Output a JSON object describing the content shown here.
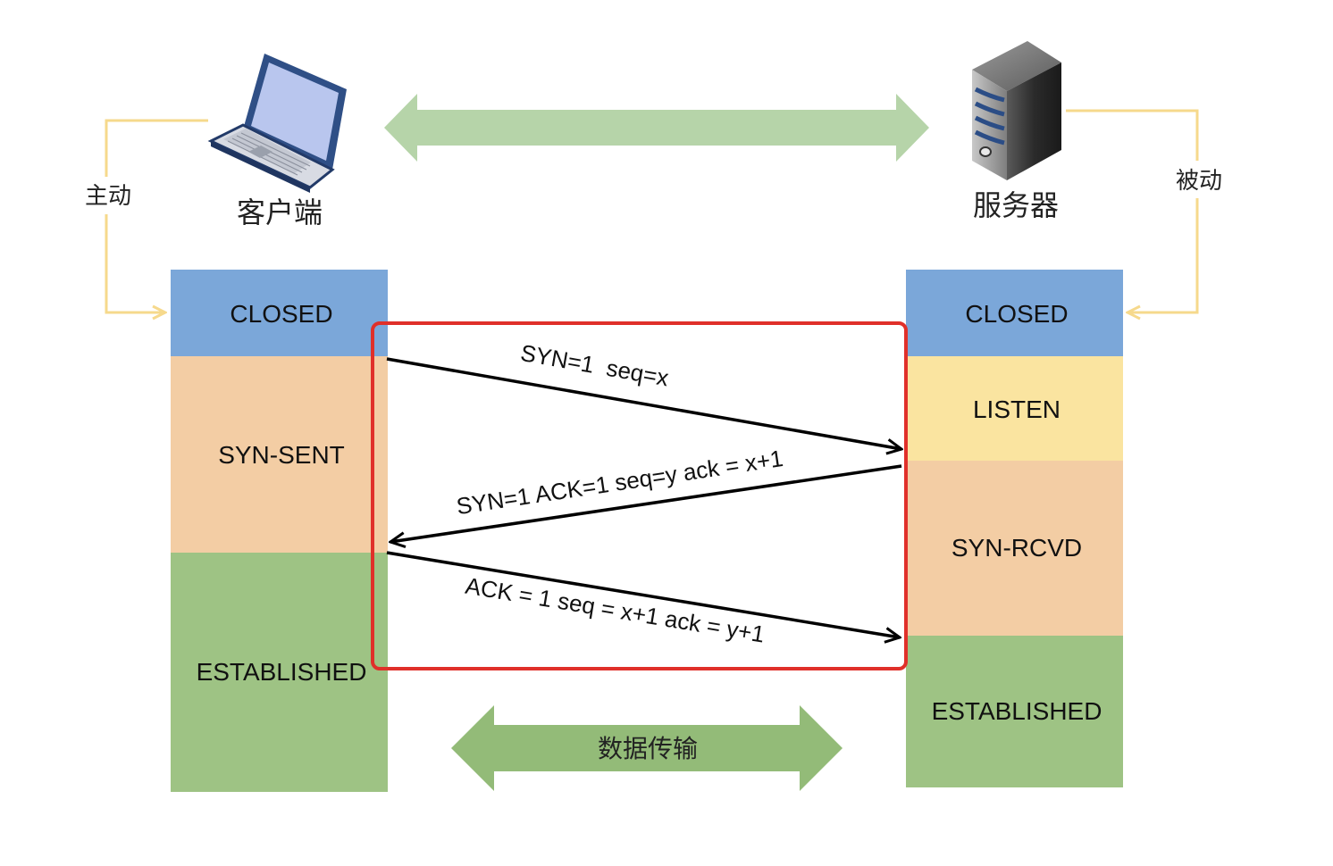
{
  "client": {
    "label": "客户端",
    "mode": "主动",
    "icon": "laptop-icon"
  },
  "server": {
    "label": "服务器",
    "mode": "被动",
    "icon": "server-icon"
  },
  "client_states": [
    "CLOSED",
    "SYN-SENT",
    "ESTABLISHED"
  ],
  "server_states": [
    "CLOSED",
    "LISTEN",
    "SYN-RCVD",
    "ESTABLISHED"
  ],
  "messages": [
    {
      "text": "SYN=1  seq=x",
      "direction": "client-to-server"
    },
    {
      "text": "SYN=1 ACK=1 seq=y ack = x+1",
      "direction": "server-to-client"
    },
    {
      "text": "ACK = 1 seq = x+1 ack = y+1",
      "direction": "client-to-server"
    }
  ],
  "data_transfer": {
    "label": "数据传输"
  },
  "colors": {
    "closed": "#7ba7d9",
    "syn": "#f3cda4",
    "listen": "#fae4a0",
    "established": "#9ec384",
    "handshake_box": "#e0302a",
    "top_arrow": "#b6d4a9",
    "data_arrow": "#93bb78",
    "connector": "#f6d98c"
  }
}
